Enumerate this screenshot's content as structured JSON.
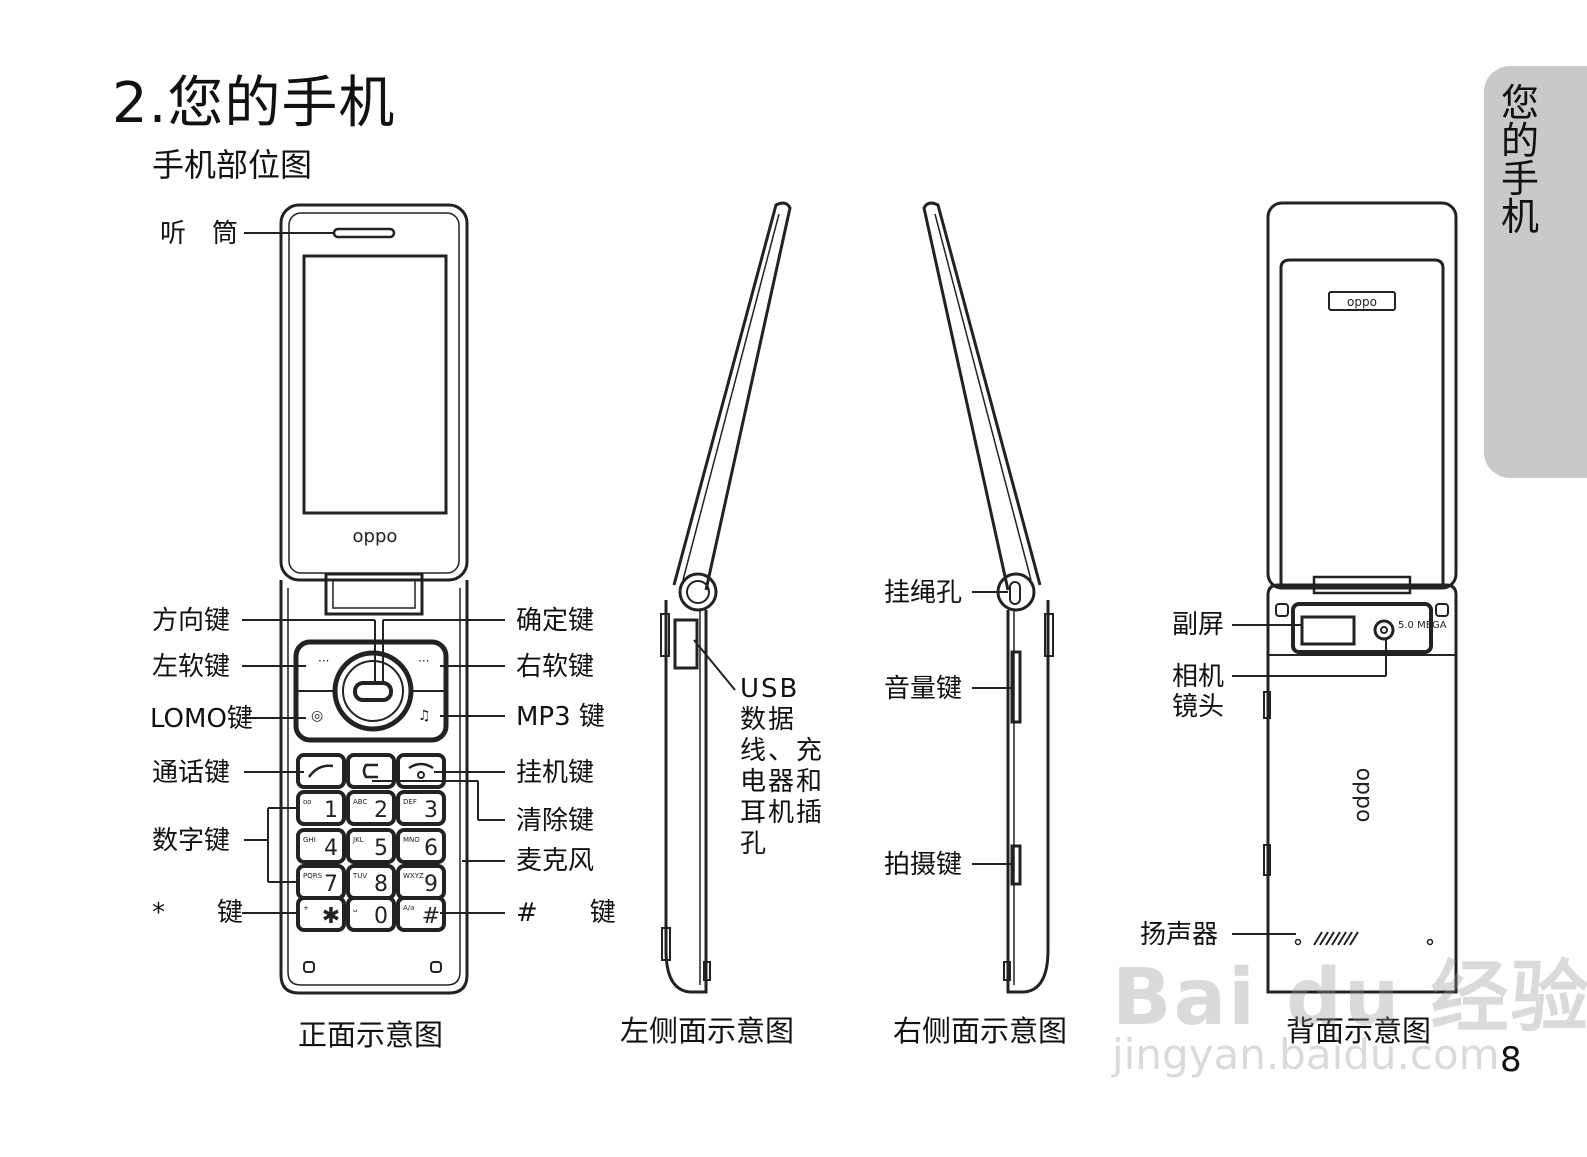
{
  "page": {
    "title": "2.您的手机",
    "subtitle": "手机部位图",
    "side_tab": "您的手机",
    "page_number": "8"
  },
  "captions": {
    "front": "正面示意图",
    "left": "左侧面示意图",
    "right": "右侧面示意图",
    "back": "背面示意图"
  },
  "front_labels": {
    "earpiece": "听　筒",
    "direction_key": "方向键",
    "left_soft_key": "左软键",
    "lomo_key": "LOMO键",
    "call_key": "通话键",
    "number_keys": "数字键",
    "star_key": "*　　键",
    "ok_key": "确定键",
    "right_soft_key": "右软键",
    "mp3_key": "MP3 键",
    "end_key": "挂机键",
    "clear_key": "清除键",
    "microphone": "麦克风",
    "hash_key": "#　　键"
  },
  "left_labels": {
    "usb_port": "USB数据线、充电器和耳机插孔"
  },
  "right_labels": {
    "strap_hole": "挂绳孔",
    "volume_key": "音量键",
    "camera_key": "拍摄键"
  },
  "back_labels": {
    "sub_screen": "副屏",
    "camera_lens": "相机镜头",
    "speaker": "扬声器"
  },
  "phone": {
    "brand_logo": "oppo",
    "camera_badge": "5.0 MEGA"
  },
  "keypad": {
    "keys": [
      "1",
      "2",
      "3",
      "4",
      "5",
      "6",
      "7",
      "8",
      "9",
      "*",
      "0",
      "#"
    ],
    "letters": [
      "oo",
      "ABC",
      "DEF",
      "GHI",
      "JKL",
      "MNO",
      "PQRS",
      "TUV",
      "WXYZ",
      "+",
      "␣",
      "A/a"
    ]
  },
  "watermark": {
    "line1": "Bai du 经验",
    "line2": "jingyan.baidu.com"
  }
}
